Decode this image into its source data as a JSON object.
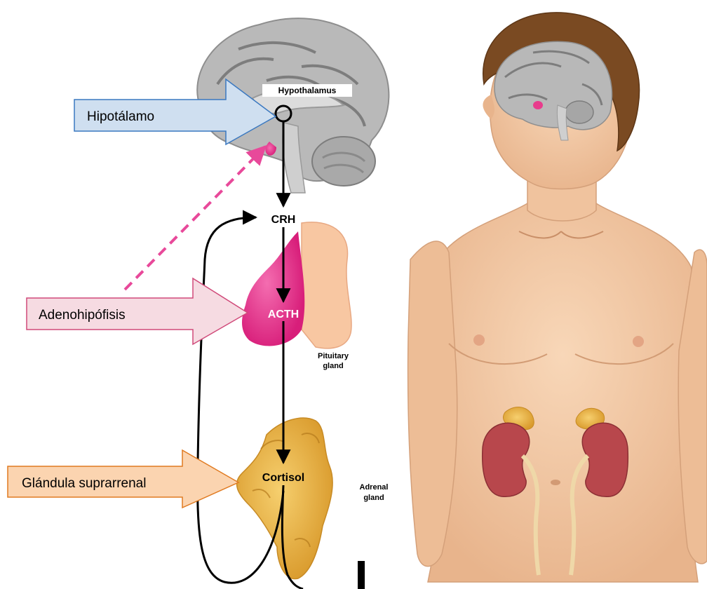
{
  "callouts": {
    "hypothalamus_es": "Hipotálamo",
    "adenohypophysis_es": "Adenohipófisis",
    "adrenal_es": "Glándula suprarrenal"
  },
  "diagram_labels": {
    "hypothalamus": "Hypothalamus",
    "crh": "CRH",
    "acth": "ACTH",
    "pituitary_line1": "Pituitary",
    "pituitary_line2": "gland",
    "cortisol": "Cortisol",
    "adrenal_line1": "Adrenal",
    "adrenal_line2": "gland"
  },
  "colors": {
    "hypothalamus_callout_fill": "#cfdff0",
    "hypothalamus_callout_stroke": "#3a78c0",
    "adeno_callout_fill": "#f6dbe2",
    "adeno_callout_stroke": "#d04a7a",
    "adrenal_callout_fill": "#fbd4b0",
    "adrenal_callout_stroke": "#e07a20",
    "pituitary_pink": "#e83c8c",
    "adrenal_gold": "#e9b347",
    "kidney_red": "#b8474c",
    "skin": "#f3c9a3",
    "hair": "#7a4a22",
    "dashed_arrow": "#e8499a"
  }
}
